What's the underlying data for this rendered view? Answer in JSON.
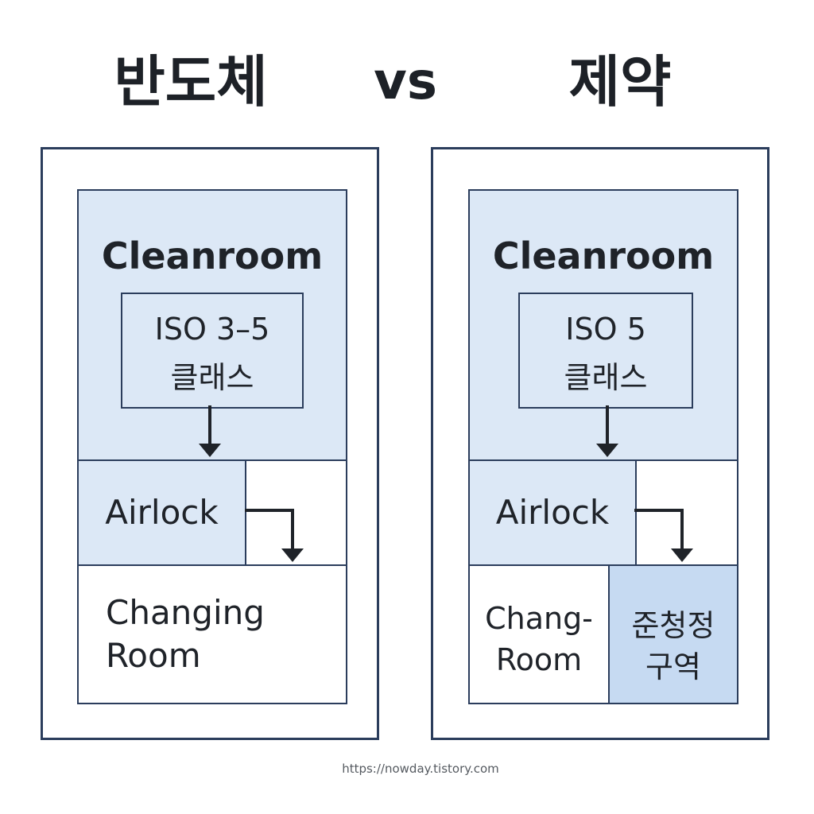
{
  "titles": {
    "left": "반도체",
    "vs": "vs",
    "right": "제약"
  },
  "semiconductor": {
    "cleanroom_label": "Cleanroom",
    "iso_class_line1": "ISO 3–5",
    "iso_class_line2": "클래스",
    "airlock_label": "Airlock",
    "changing_room_line1": "Changing",
    "changing_room_line2": "Room"
  },
  "pharma": {
    "cleanroom_label": "Cleanroom",
    "iso_class_line1": "ISO 5",
    "iso_class_line2": "클래스",
    "airlock_label": "Airlock",
    "changing_room_line1": "Chang-",
    "changing_room_line2": "Room",
    "semi_clean_line1": "준청정",
    "semi_clean_line2": "구역"
  },
  "footer": {
    "url": "https://nowday.tistory.com"
  },
  "colors": {
    "border": "#2b3d5c",
    "cleanroom_fill": "#dce8f6",
    "semi_clean_fill": "#c6daf2",
    "arrow": "#1f2329"
  }
}
